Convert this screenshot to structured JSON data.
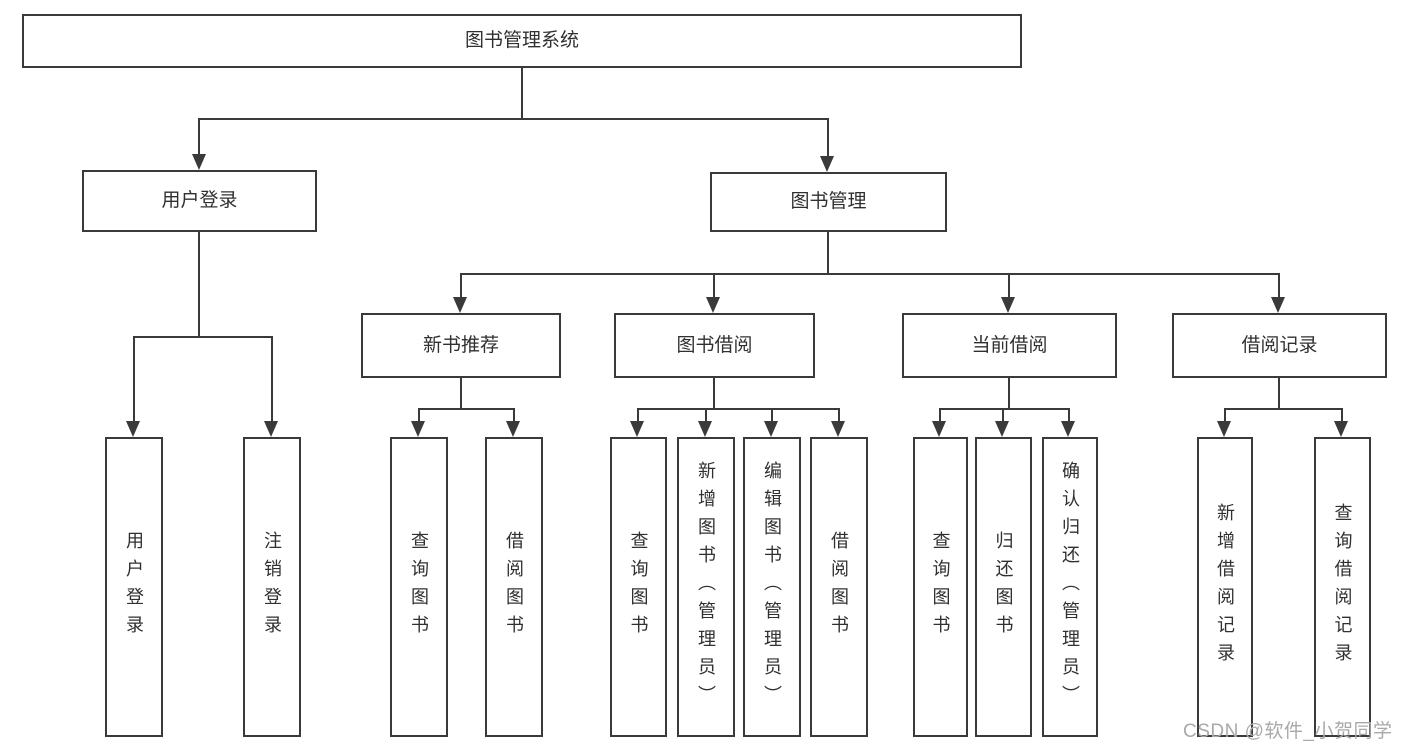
{
  "tree": {
    "root": "图书管理系统",
    "user_login": {
      "label": "用户登录",
      "children": {
        "login": "用户登录",
        "logout": "注销登录"
      }
    },
    "book_mgmt": {
      "label": "图书管理",
      "sections": {
        "new_book_rec": {
          "label": "新书推荐",
          "children": {
            "query": "查询图书",
            "borrow": "借阅图书"
          }
        },
        "book_borrow": {
          "label": "图书借阅",
          "children": {
            "query": "查询图书",
            "add": "新增图书（管理员）",
            "edit": "编辑图书（管理员）",
            "borrow": "借阅图书"
          }
        },
        "current_borrow": {
          "label": "当前借阅",
          "children": {
            "query": "查询图书",
            "return": "归还图书",
            "confirm": "确认归还（管理员）"
          }
        },
        "borrow_records": {
          "label": "借阅记录",
          "children": {
            "add": "新增借阅记录",
            "query": "查询借阅记录"
          }
        }
      }
    }
  },
  "watermark": "CSDN @软件_小贺同学",
  "colors": {
    "line": "#3a3a3a",
    "text": "#303030",
    "watermark": "#a9a9a9"
  }
}
